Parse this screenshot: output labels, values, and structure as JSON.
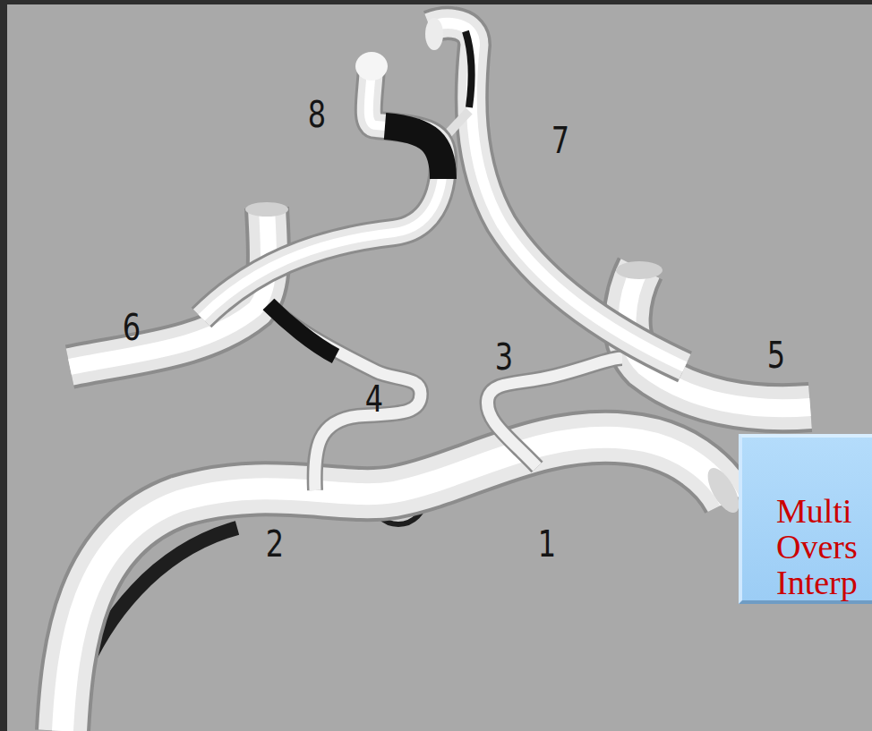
{
  "diagram": {
    "nodes": [
      {
        "text": [
          "Multi Overs Interp"
        ]
      }
    ],
    "labels": [
      "8",
      "7",
      "6",
      "5",
      "3",
      "4",
      "2",
      "1"
    ]
  }
}
